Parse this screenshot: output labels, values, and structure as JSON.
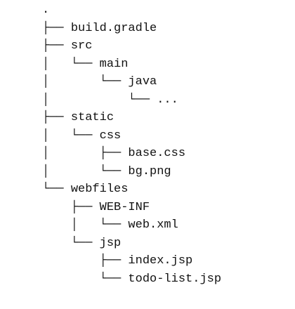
{
  "tree": {
    "lines": [
      {
        "prefix": ".",
        "name": ""
      },
      {
        "prefix": "├── ",
        "name": "build.gradle"
      },
      {
        "prefix": "├── ",
        "name": "src"
      },
      {
        "prefix": "│   └── ",
        "name": "main"
      },
      {
        "prefix": "│       └── ",
        "name": "java"
      },
      {
        "prefix": "│           └── ",
        "name": "..."
      },
      {
        "prefix": "├── ",
        "name": "static"
      },
      {
        "prefix": "│   └── ",
        "name": "css"
      },
      {
        "prefix": "│       ├── ",
        "name": "base.css"
      },
      {
        "prefix": "│       └── ",
        "name": "bg.png"
      },
      {
        "prefix": "└── ",
        "name": "webfiles"
      },
      {
        "prefix": "    ├── ",
        "name": "WEB-INF"
      },
      {
        "prefix": "    │   └── ",
        "name": "web.xml"
      },
      {
        "prefix": "    └── ",
        "name": "jsp"
      },
      {
        "prefix": "        ├── ",
        "name": "index.jsp"
      },
      {
        "prefix": "        └── ",
        "name": "todo-list.jsp"
      }
    ]
  }
}
